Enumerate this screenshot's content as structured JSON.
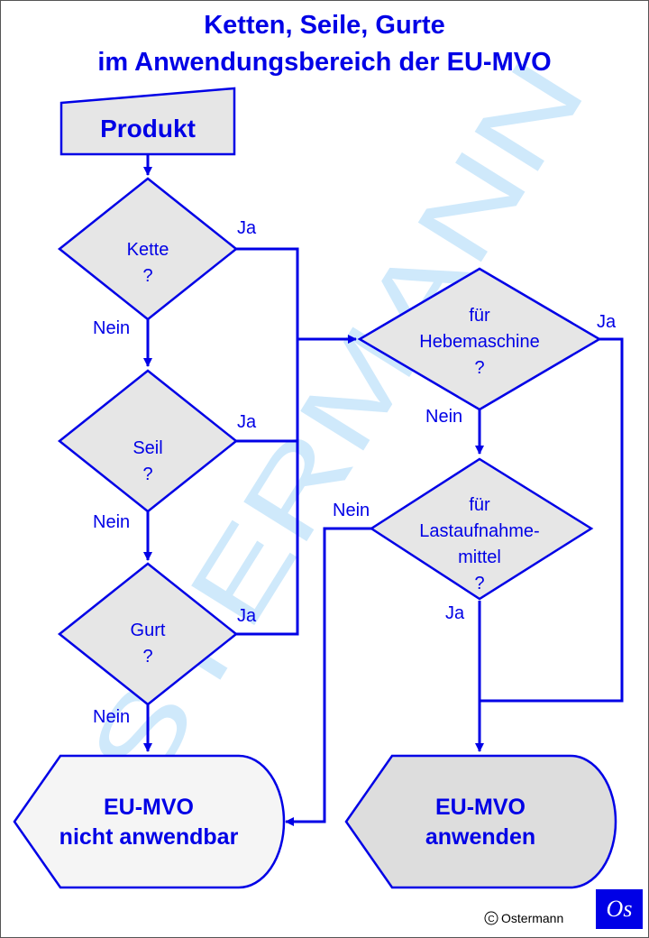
{
  "colors": {
    "blue": "#0000e6",
    "shape_fill": "#e6e6e6",
    "result_light_fill": "#f5f5f5",
    "result_dark_fill": "#dddddd",
    "watermark": "#cfe9fb",
    "logo_bg": "#0000e6"
  },
  "title": {
    "line1": "Ketten, Seile, Gurte",
    "line2": "im Anwendungsbereich der EU-MVO"
  },
  "start": {
    "label": "Produkt"
  },
  "decisions": {
    "kette": {
      "line1": "Kette",
      "line2": "?"
    },
    "seil": {
      "line1": "Seil",
      "line2": "?"
    },
    "gurt": {
      "line1": "Gurt",
      "line2": "?"
    },
    "hebemaschine": {
      "line1": "für",
      "line2": "Hebemaschine",
      "line3": "?"
    },
    "lastaufnahme": {
      "line1": "für",
      "line2": "Lastaufnahme-",
      "line3": "mittel",
      "line4": "?"
    }
  },
  "edge_labels": {
    "kette_ja": "Ja",
    "kette_nein": "Nein",
    "seil_ja": "Ja",
    "seil_nein": "Nein",
    "gurt_ja": "Ja",
    "gurt_nein": "Nein",
    "hebe_ja": "Ja",
    "hebe_nein": "Nein",
    "lastauf_nein": "Nein",
    "lastauf_ja": "Ja"
  },
  "results": {
    "not_applicable": {
      "line1": "EU-MVO",
      "line2": "nicht anwendbar"
    },
    "apply": {
      "line1": "EU-MVO",
      "line2": "anwenden"
    }
  },
  "watermark": "OSTERMANN",
  "copyright": "Ostermann",
  "logo": "Os"
}
